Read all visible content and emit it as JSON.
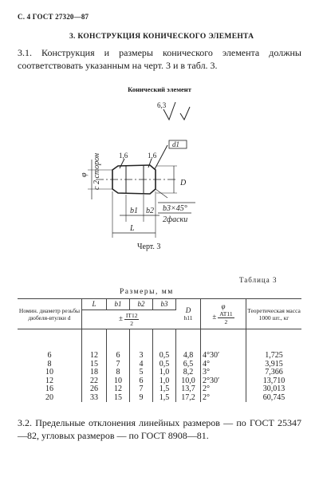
{
  "page_header": "С. 4 ГОСТ 27320—87",
  "section_title": "3. КОНСТРУКЦИЯ КОНИЧЕСКОГО ЭЛЕМЕНТА",
  "paragraph_3_1": "3.1. Конструкция и размеры конического элемента должны соответствовать указанным на черт. 3 и в табл. 3.",
  "figure": {
    "title": "Конический элемент",
    "caption": "Черт. 3",
    "roughness_value": "6,3",
    "labels": {
      "phi": "φ",
      "sides": "с 2 сторон",
      "r1": "1,6",
      "r2": "1,6",
      "d1": "d1",
      "D": "D",
      "b1": "b1",
      "b2": "b2",
      "chamfer": "b3×45°",
      "chamfers_note": "2фаски",
      "L": "L"
    }
  },
  "table": {
    "label": "Таблица 3",
    "group_header": "Размеры, мм",
    "headers": {
      "diameter": "Номин. диаметр резьбы дюбеля-втулки d",
      "L": "L",
      "b1": "b1",
      "b2": "b2",
      "b3": "b3",
      "D": "D",
      "D_tol": "h11",
      "phi": "φ",
      "phi_tol": "AT11",
      "phi_den": "2",
      "tol_sign": "±",
      "tol_num": "IT12",
      "tol_den": "2",
      "mass": "Теоретическая масса 1000 шт., кг"
    },
    "rows": [
      {
        "d": "6",
        "L": "12",
        "b1": "6",
        "b2": "3",
        "b3": "0,5",
        "D": "4,8",
        "phi": "4°30′",
        "mass": "1,725"
      },
      {
        "d": "8",
        "L": "15",
        "b1": "7",
        "b2": "4",
        "b3": "0,5",
        "D": "6,5",
        "phi": "4°",
        "mass": "3,915"
      },
      {
        "d": "10",
        "L": "18",
        "b1": "8",
        "b2": "5",
        "b3": "1,0",
        "D": "8,2",
        "phi": "3°",
        "mass": "7,366"
      },
      {
        "d": "12",
        "L": "22",
        "b1": "10",
        "b2": "6",
        "b3": "1,0",
        "D": "10,0",
        "phi": "2°30′",
        "mass": "13,710"
      },
      {
        "d": "16",
        "L": "26",
        "b1": "12",
        "b2": "7",
        "b3": "1,5",
        "D": "13,7",
        "phi": "2°",
        "mass": "30,013"
      },
      {
        "d": "20",
        "L": "33",
        "b1": "15",
        "b2": "9",
        "b3": "1,5",
        "D": "17,2",
        "phi": "2°",
        "mass": "60,745"
      }
    ]
  },
  "paragraph_3_2": "3.2. Предельные отклонения линейных размеров — по ГОСТ 25347—82, угловых размеров — по ГОСТ 8908—81."
}
